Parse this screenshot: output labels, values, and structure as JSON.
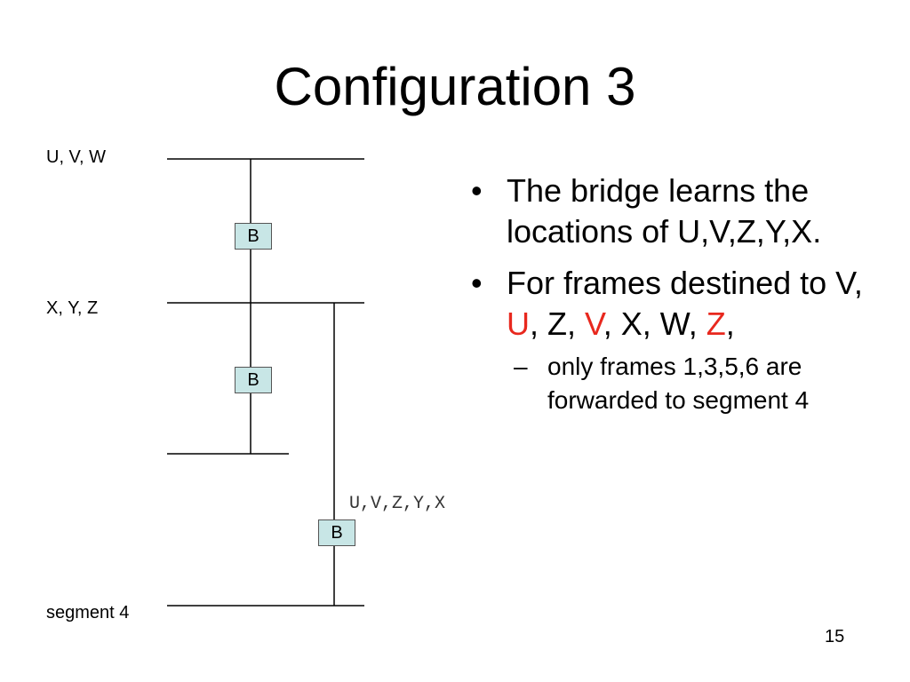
{
  "slide": {
    "title": "Configuration 3",
    "page_number": "15"
  },
  "diagram": {
    "segment_labels": [
      "U, V, W",
      "X, Y, Z",
      "segment 4"
    ],
    "bridges": [
      "B",
      "B",
      "B"
    ],
    "learned_label": "U,V,Z,Y,X",
    "line_color": "#000000",
    "bridge_fill": "#c8e6e6"
  },
  "bullets": {
    "b1": "The bridge learns the locations of U,V,Z,Y,X.",
    "b2_prefix": "For frames destined to V, ",
    "b2_parts": [
      "U",
      ", Z, ",
      "V",
      ", X, W, ",
      "Z",
      ","
    ],
    "sub1": "only frames 1,3,5,6 are forwarded to segment 4",
    "bullet_symbol": "•",
    "dash_symbol": "–",
    "highlight_color": "#e8281e"
  }
}
